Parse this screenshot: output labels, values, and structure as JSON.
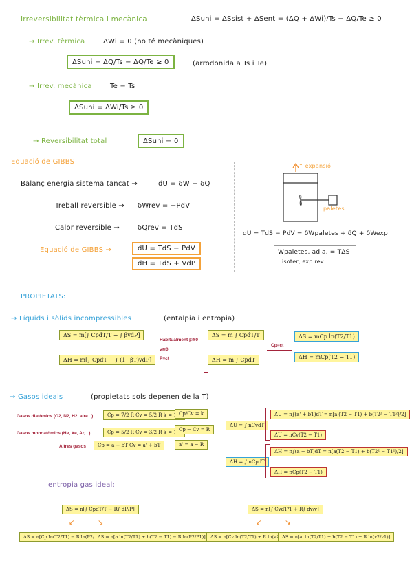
{
  "irrev": {
    "title": "Irreversibilitat tèrmica i mecànica",
    "main_eq": "ΔSuni = ΔSsist + ΔSent = (ΔQ + ΔWi)/Ts − ΔQ/Te ≥ 0",
    "thermal_label": "→ Irrev. tèrmica",
    "thermal_cond": "ΔWi = 0  (no té mecàniques)",
    "thermal_eq": "ΔSuni = ΔQ/Ts − ΔQ/Te ≥ 0",
    "thermal_note": "(arrodonida a Ts i Te)",
    "mech_label": "→ Irrev. mecànica",
    "mech_cond": "Te = Ts",
    "mech_eq": "ΔSuni = ΔWi/Ts ≥ 0",
    "total_label": "→ Reversibilitat total",
    "total_eq": "ΔSuni = 0"
  },
  "gibbs": {
    "title": "Equació de GIBBS",
    "line1_label": "Balanç energia sistema tancat →",
    "line1_eq": "dU = δW + δQ",
    "line2_label": "Treball reversible →",
    "line2_eq": "δWrev = −PdV",
    "line3_label": "Calor reversible →",
    "line3_eq": "δQrev = TdS",
    "eq_label": "Equació de GIBBS →",
    "eq1": "dU = TdS − PdV",
    "eq2": "dH = TdS + VdP",
    "diagram_expansion": "↑ expansió",
    "diagram_paddles": "paletes",
    "right_eq": "dU = TdS − PdV = δWpaletes + δQ + δWexp",
    "note_line1": "Wpaletes, adia,     = TΔS",
    "note_line2": "isoter, exp rev"
  },
  "props": {
    "title": "PROPIETATS:",
    "liquids_title": "→ Líquids i sòlids incompressibles",
    "liquids_sub": "(entalpia i entropia)",
    "ds_full": "ΔS = m[∫ CpdT/T − ∫ βvdP]",
    "dh_full": "ΔH = m[∫ CpdT + ∫ (1−βT)vdP]",
    "habitual": "Habitualment β≅0",
    "v0": "v≅0",
    "pct": "P=ct",
    "ds_simple": "ΔS = m ∫ CpdT/T",
    "dh_simple": "ΔH = m ∫ CpdT",
    "cp_ct": "Cp=ct",
    "ds_final": "ΔS = mCp ln(T2/T1)",
    "dh_final": "ΔH = mCp(T2 − T1)"
  },
  "gases": {
    "title": "→ Gasos ideals",
    "sub": "(propietats sols depenen de la T)",
    "diatomic_label": "Gasos diatòmics (O2, N2, H2, aire...)",
    "diatomic_eq": "Cp = 7/2 R   Cv = 5/2 R   k = 1,4",
    "mono_label": "Gasos monoatòmics (He, Xe, Ar,...)",
    "mono_eq": "Cp = 5/2 R   Cv = 3/2 R   k = 1,6",
    "other_label": "Altres gasos",
    "other_eq": "Cp = a + bT   Cv = a' + bT",
    "k_def": "Cp/Cv = k",
    "cp_cv": "Cp − Cv = R",
    "a_rel": "a' = a − R",
    "du_short": "ΔU = ∫ nCvdT",
    "du_long": "ΔU = n∫(a' + bT)dT = n[a'(T2 − T1) + b(T2² − T1²)/2]",
    "du_ct": "ΔU = nCv(T2 − T1)",
    "dh_short": "ΔH = ∫ nCpdT",
    "dh_long": "ΔH = n∫(a + bT)dT = n[a(T2 − T1) + b(T2² − T1²)/2]",
    "dh_ct": "ΔH = nCp(T2 − T1)"
  },
  "entropy": {
    "title": "entropia gas ideal:",
    "left_top": "ΔS = n[∫ CpdT/T − R∫ dP/P]",
    "left_a": "ΔS = n[Cp ln(T2/T1) − R ln(P2/P1)]",
    "left_b": "ΔS = n[a ln(T2/T1) + b(T2 − T1) − R ln(P2/P1)]",
    "right_top": "ΔS = n[∫ CvdT/T + R∫ dv/v]",
    "right_a": "ΔS = n[Cv ln(T2/T1) + R ln(v2/v1)]",
    "right_b": "ΔS = n[a' ln(T2/T1) + b(T2 − T1) + R ln(v2/v1)]"
  },
  "colors": {
    "green": "#7cb342",
    "orange": "#f4a23a",
    "blue": "#36a2d8",
    "highlight": "#fff59d",
    "red": "#a4243b"
  }
}
